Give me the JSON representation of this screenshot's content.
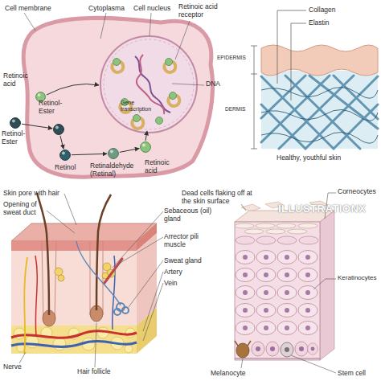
{
  "diagram": {
    "nodes": [
      {
        "text": [
          "Retinoic acid"
        ]
      },
      {
        "text": [
          "Retinol-Ester"
        ]
      },
      {
        "text": [
          "Retinol-Ester"
        ]
      },
      {
        "text": [
          "Retinol"
        ]
      },
      {
        "text": [
          "Retinaldehyde (Retinal)"
        ]
      },
      {
        "text": [
          "Retinoic acid"
        ]
      }
    ],
    "edges": [
      {
        "from": 1,
        "to": 2,
        "arrow": "to"
      },
      {
        "from": 2,
        "to": 3,
        "arrow": "to"
      },
      {
        "from": 3,
        "to": 4,
        "arrow": "to"
      },
      {
        "from": 4,
        "to": 5,
        "arrow": "to"
      }
    ],
    "labels": [
      "Cell membrane",
      "Cytoplasma",
      "Cell nucleus",
      "Retinoic acid receptor",
      "DNA",
      "Gene transcription",
      "Collagen",
      "Elastin",
      "EPIDERMIS",
      "DERMIS",
      "Healthy, youthful skin",
      "Skin pore with hair",
      "Opening of sweat duct",
      "Sebaceous (oil) gland",
      "Arrector pili muscle",
      "Sweat gland",
      "Artery",
      "Vein",
      "Nerve",
      "Hair follicle",
      "Dead cells flaking off at the skin surface",
      "Corneocytes",
      "ILLUSTRATIONX",
      "Keratinocytes",
      "Melanocyte",
      "Stem cell"
    ]
  }
}
